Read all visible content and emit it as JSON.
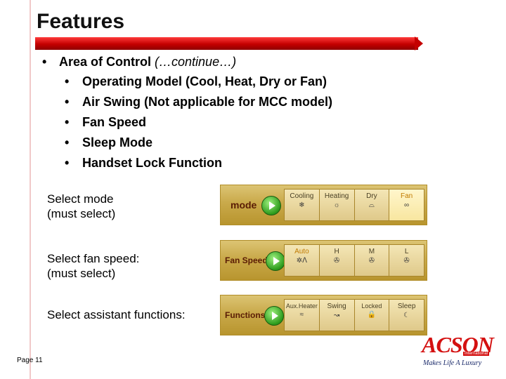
{
  "slide": {
    "title": "Features",
    "page": "Page 11"
  },
  "bullets": {
    "main_marker": "•",
    "main_label": "Area of Control",
    "main_note": "(…continue…)",
    "sub_items": [
      "Operating Model (Cool, Heat, Dry or Fan)",
      "Air Swing (Not applicable for MCC model)",
      "Fan Speed",
      "Sleep Mode",
      "Handset Lock Function"
    ]
  },
  "captions": {
    "mode": [
      "Select mode",
      "(must select)"
    ],
    "fan": [
      "Select  fan speed:",
      "(must select)"
    ],
    "functions": "Select  assistant functions:"
  },
  "panels": {
    "mode": {
      "label": "mode",
      "options": [
        {
          "label": "Cooling",
          "icon": "❄"
        },
        {
          "label": "Heating",
          "icon": "☼"
        },
        {
          "label": "Dry",
          "icon": "⌓"
        },
        {
          "label": "Fan",
          "icon": "∞",
          "selected": true
        }
      ]
    },
    "fan_speed": {
      "label": "Fan Speed",
      "options": [
        {
          "label": "Auto",
          "icon": "✲ᐱ",
          "selected": true
        },
        {
          "label": "H",
          "icon": "✇"
        },
        {
          "label": "M",
          "icon": "✇"
        },
        {
          "label": "L",
          "icon": "✇"
        }
      ]
    },
    "functions": {
      "label": "Functions",
      "options": [
        {
          "label": "Aux.Heater",
          "icon": "≈"
        },
        {
          "label": "Swing",
          "icon": "↝"
        },
        {
          "label": "Locked",
          "icon": "🔒"
        },
        {
          "label": "Sleep",
          "icon": "☾"
        }
      ]
    }
  },
  "brand": {
    "name": "ACSON",
    "sub": "International",
    "tagline": "Makes Life A Luxury"
  },
  "colors": {
    "accent_red": "#c40000",
    "panel_gold": "#c9a94a",
    "label_brown": "#5a1c04"
  }
}
